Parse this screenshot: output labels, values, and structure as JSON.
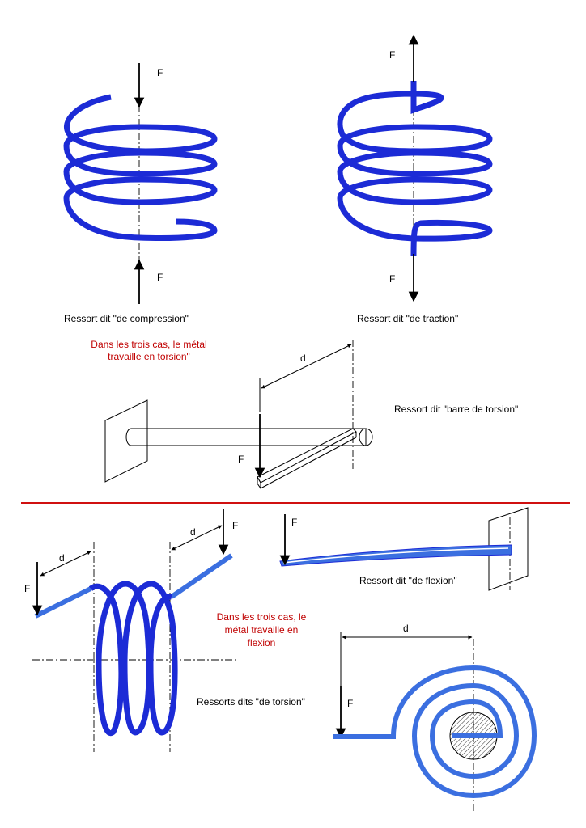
{
  "labels": {
    "force": "F",
    "distance": "d",
    "compression": "Ressort dit \"de compression\"",
    "traction": "Ressort dit \"de traction\"",
    "torsion_bar": "Ressort dit \"barre de torsion\"",
    "flexion": "Ressort dit \"de flexion\"",
    "torsion_springs": "Ressorts dits \"de torsion\""
  },
  "notes": {
    "torsion": [
      "Dans les trois cas, le métal",
      "travaille en torsion\""
    ],
    "flexion": [
      "Dans les trois cas, le",
      "métal travaille en",
      "flexion"
    ]
  },
  "colors": {
    "spring_dark": "#1c2bd6",
    "spring_light": "#3b6fe0",
    "note_red": "#c00000",
    "divider": "#d01010"
  }
}
